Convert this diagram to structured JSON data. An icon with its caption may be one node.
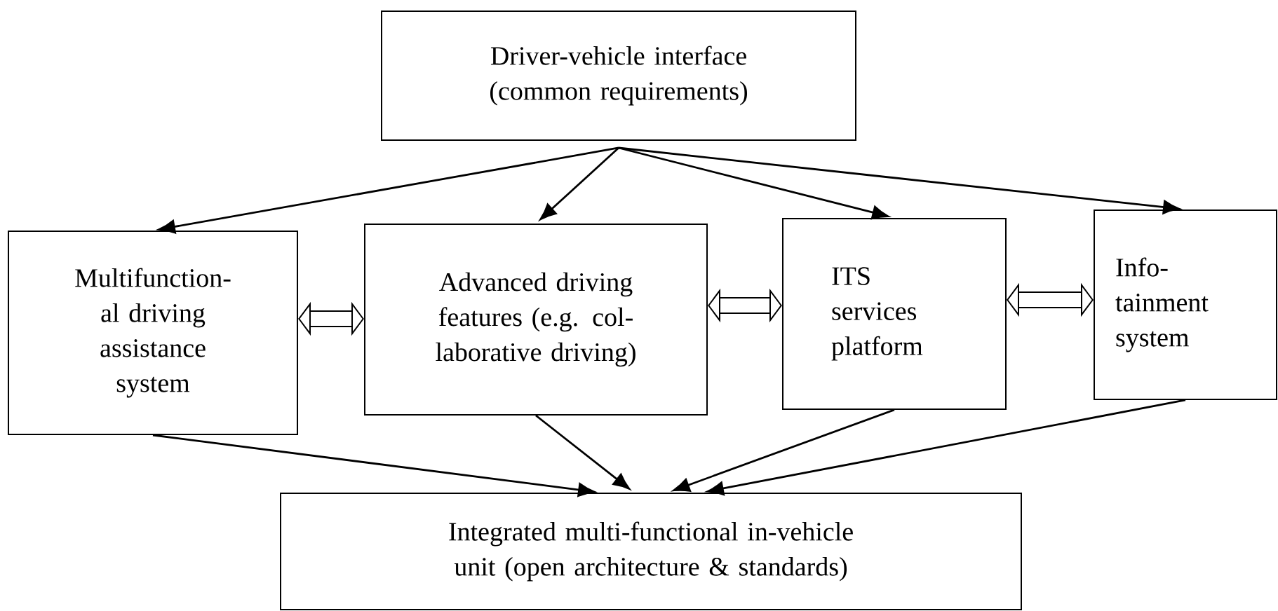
{
  "diagram": {
    "nodes": [
      {
        "text": [
          "Driver-vehicle interface (common requirements)"
        ]
      },
      {
        "text": [
          "Multifunction- al driving assistance system"
        ]
      },
      {
        "text": [
          "Advanced driving features (e.g. col- laborative driving)"
        ]
      },
      {
        "text": [
          "ITS services platform"
        ]
      },
      {
        "text": [
          "Info- tainment system"
        ]
      },
      {
        "text": [
          "Integrated multi-functional in-vehicle unit (open architecture & standards)"
        ]
      }
    ],
    "edges": [
      {
        "from": 0,
        "to": 1,
        "arrow": "to"
      },
      {
        "from": 0,
        "to": 2,
        "arrow": "to"
      },
      {
        "from": 0,
        "to": 3,
        "arrow": "to"
      },
      {
        "from": 0,
        "to": 4,
        "arrow": "to"
      },
      {
        "from": 1,
        "to": 2,
        "arrow": "both",
        "style": "thick"
      },
      {
        "from": 2,
        "to": 3,
        "arrow": "both",
        "style": "thick"
      },
      {
        "from": 3,
        "to": 4,
        "arrow": "both",
        "style": "thick"
      },
      {
        "from": 1,
        "to": 5,
        "arrow": "to"
      },
      {
        "from": 2,
        "to": 5,
        "arrow": "to"
      },
      {
        "from": 3,
        "to": 5,
        "arrow": "to"
      },
      {
        "from": 4,
        "to": 5,
        "arrow": "to"
      }
    ]
  }
}
